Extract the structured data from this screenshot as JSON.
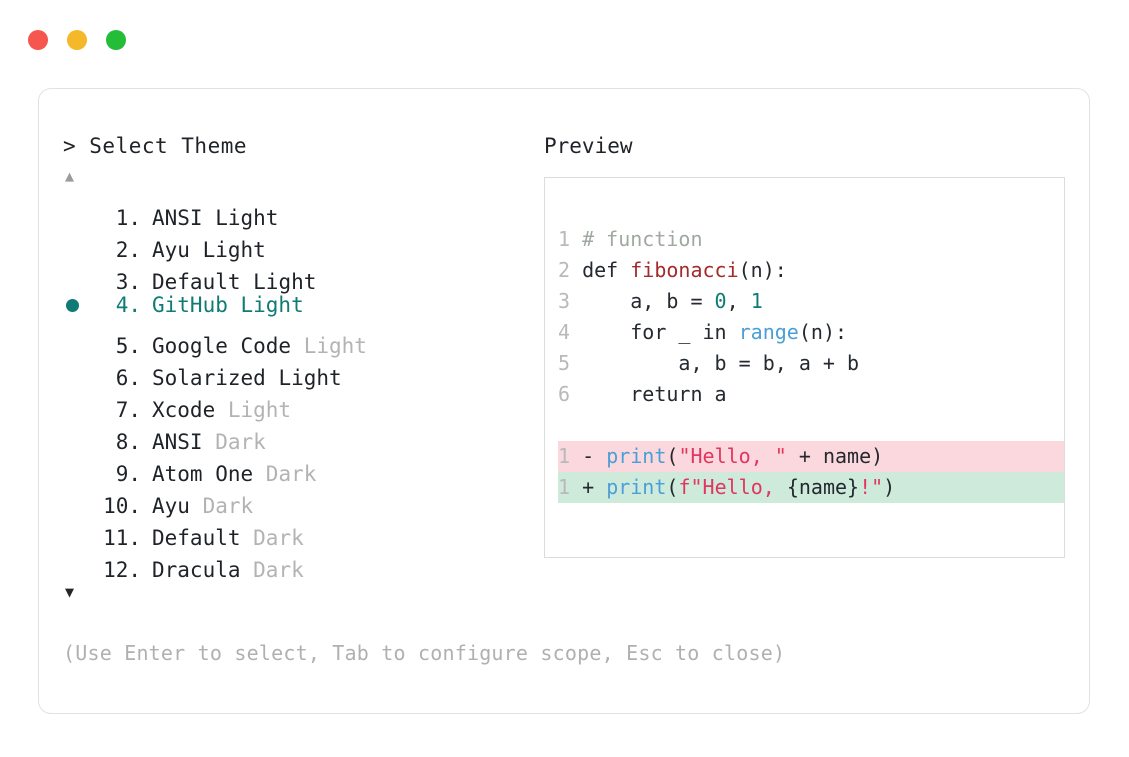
{
  "window": {
    "traffic_lights": [
      {
        "name": "close",
        "color": "#f5564e"
      },
      {
        "name": "minimize",
        "color": "#f5b82b"
      },
      {
        "name": "maximize",
        "color": "#23bd38"
      }
    ]
  },
  "selector": {
    "prompt": "> Select Theme",
    "scroll_up_icon": "▲",
    "scroll_down_icon": "▼",
    "selected_index": 4,
    "bullet_icon": "●",
    "accent_color": "#0f7b75",
    "items": [
      {
        "number": "1.",
        "name": "ANSI",
        "suffix": "Light",
        "suffix_muted": false
      },
      {
        "number": "2.",
        "name": "Ayu",
        "suffix": "Light",
        "suffix_muted": false
      },
      {
        "number": "3.",
        "name": "Default",
        "suffix": "Light",
        "suffix_muted": false
      },
      {
        "number": "4.",
        "name": "GitHub",
        "suffix": "Light",
        "suffix_muted": false
      },
      {
        "number": "5.",
        "name": "Google Code",
        "suffix": "Light",
        "suffix_muted": true
      },
      {
        "number": "6.",
        "name": "Solarized",
        "suffix": "Light",
        "suffix_muted": false
      },
      {
        "number": "7.",
        "name": "Xcode",
        "suffix": "Light",
        "suffix_muted": true
      },
      {
        "number": "8.",
        "name": "ANSI",
        "suffix": "Dark",
        "suffix_muted": true
      },
      {
        "number": "9.",
        "name": "Atom One",
        "suffix": "Dark",
        "suffix_muted": true
      },
      {
        "number": "10.",
        "name": "Ayu",
        "suffix": "Dark",
        "suffix_muted": true
      },
      {
        "number": "11.",
        "name": "Default",
        "suffix": "Dark",
        "suffix_muted": true
      },
      {
        "number": "12.",
        "name": "Dracula",
        "suffix": "Dark",
        "suffix_muted": true
      }
    ],
    "hint": "(Use Enter to select, Tab to configure scope, Esc to close)"
  },
  "preview": {
    "title": "Preview",
    "code_lines": [
      {
        "ln": "1",
        "tokens": [
          {
            "t": "# function",
            "c": "comment"
          }
        ]
      },
      {
        "ln": "2",
        "tokens": [
          {
            "t": "def ",
            "c": "plain"
          },
          {
            "t": "fibonacci",
            "c": "func"
          },
          {
            "t": "(n):",
            "c": "plain"
          }
        ]
      },
      {
        "ln": "3",
        "tokens": [
          {
            "t": "    a, b = ",
            "c": "plain"
          },
          {
            "t": "0",
            "c": "num"
          },
          {
            "t": ", ",
            "c": "plain"
          },
          {
            "t": "1",
            "c": "num"
          }
        ]
      },
      {
        "ln": "4",
        "tokens": [
          {
            "t": "    for _ in ",
            "c": "plain"
          },
          {
            "t": "range",
            "c": "builtin"
          },
          {
            "t": "(n):",
            "c": "plain"
          }
        ]
      },
      {
        "ln": "5",
        "tokens": [
          {
            "t": "        a, b = b, a + b",
            "c": "plain"
          }
        ]
      },
      {
        "ln": "6",
        "tokens": [
          {
            "t": "    return a",
            "c": "plain"
          }
        ]
      }
    ],
    "diff_lines": [
      {
        "ln": "1",
        "marker": "-",
        "kind": "delete",
        "bg": "#fad8dd",
        "tokens": [
          {
            "t": "print",
            "c": "builtin"
          },
          {
            "t": "(",
            "c": "plain"
          },
          {
            "t": "\"Hello, \"",
            "c": "str"
          },
          {
            "t": " + name)",
            "c": "plain"
          }
        ]
      },
      {
        "ln": "1",
        "marker": "+",
        "kind": "add",
        "bg": "#cdeada",
        "tokens": [
          {
            "t": "print",
            "c": "builtin"
          },
          {
            "t": "(",
            "c": "plain"
          },
          {
            "t": "f\"Hello, ",
            "c": "str"
          },
          {
            "t": "{name}",
            "c": "plain"
          },
          {
            "t": "!\"",
            "c": "str"
          },
          {
            "t": ")",
            "c": "plain"
          }
        ]
      }
    ]
  }
}
